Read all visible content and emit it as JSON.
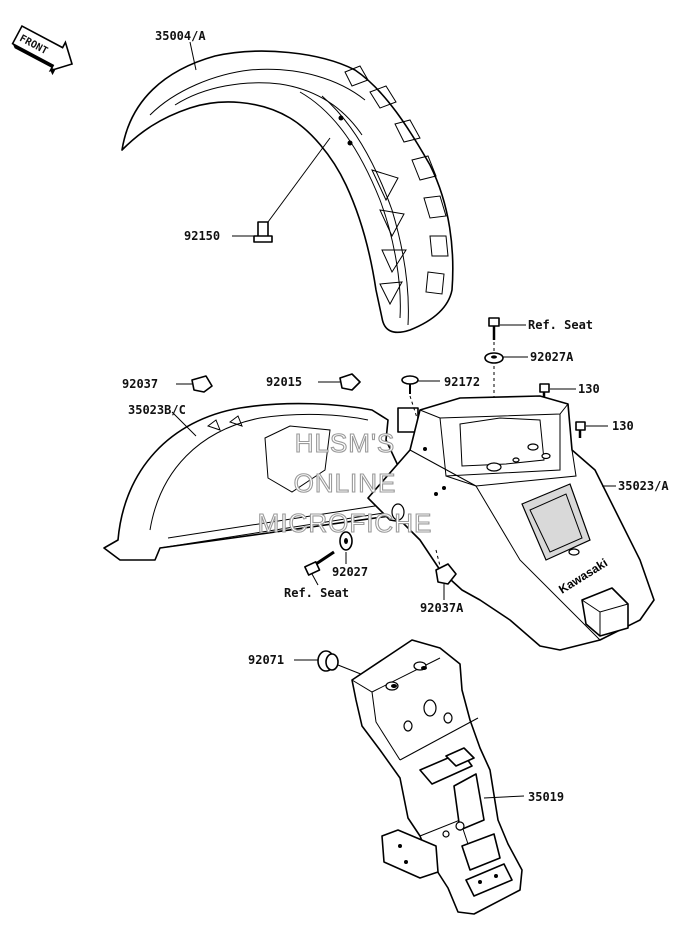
{
  "orientation": {
    "front_label": "FRONT"
  },
  "watermark": {
    "line1": "HLSM'S",
    "line2": "ONLINE",
    "line3": "MICROFICHE"
  },
  "brand_mark": "Kawasaki",
  "callouts": {
    "p35004A": "35004/A",
    "p92150": "92150",
    "ref_seat_top": "Ref. Seat",
    "p92027A": "92027A",
    "p130_a": "130",
    "p130_b": "130",
    "p92037": "92037",
    "p92015": "92015",
    "p92172": "92172",
    "p35023BC": "35023B/C",
    "p35023A": "35023/A",
    "p92027": "92027",
    "ref_seat_bottom": "Ref. Seat",
    "p92037A": "92037A",
    "p92071": "92071",
    "p35019": "35019"
  }
}
